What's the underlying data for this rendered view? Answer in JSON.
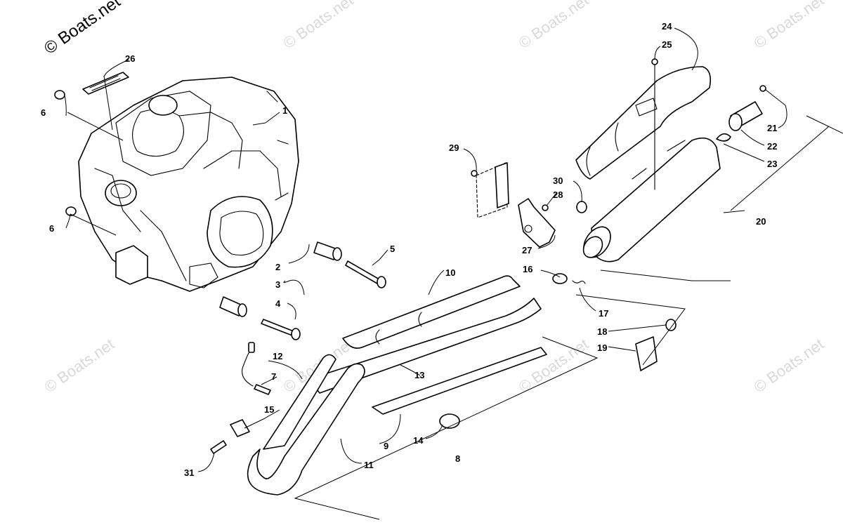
{
  "watermark": {
    "main": "© Boats.net",
    "repeat": "© Boats.net"
  },
  "callouts": [
    {
      "id": "1",
      "label": "1"
    },
    {
      "id": "2",
      "label": "2"
    },
    {
      "id": "3",
      "label": "3"
    },
    {
      "id": "4",
      "label": "4"
    },
    {
      "id": "5",
      "label": "5"
    },
    {
      "id": "6a",
      "label": "6"
    },
    {
      "id": "6b",
      "label": "6"
    },
    {
      "id": "7",
      "label": "7"
    },
    {
      "id": "8",
      "label": "8"
    },
    {
      "id": "9",
      "label": "9"
    },
    {
      "id": "10",
      "label": "10"
    },
    {
      "id": "11",
      "label": "11"
    },
    {
      "id": "12",
      "label": "12"
    },
    {
      "id": "13",
      "label": "13"
    },
    {
      "id": "14",
      "label": "14"
    },
    {
      "id": "15",
      "label": "15"
    },
    {
      "id": "16",
      "label": "16"
    },
    {
      "id": "17",
      "label": "17"
    },
    {
      "id": "18",
      "label": "18"
    },
    {
      "id": "19",
      "label": "19"
    },
    {
      "id": "20",
      "label": "20"
    },
    {
      "id": "21",
      "label": "21"
    },
    {
      "id": "22",
      "label": "22"
    },
    {
      "id": "23",
      "label": "23"
    },
    {
      "id": "24",
      "label": "24"
    },
    {
      "id": "25",
      "label": "25"
    },
    {
      "id": "26",
      "label": "26"
    },
    {
      "id": "27",
      "label": "27"
    },
    {
      "id": "28",
      "label": "28"
    },
    {
      "id": "29",
      "label": "29"
    },
    {
      "id": "30",
      "label": "30"
    },
    {
      "id": "31",
      "label": "31"
    }
  ]
}
